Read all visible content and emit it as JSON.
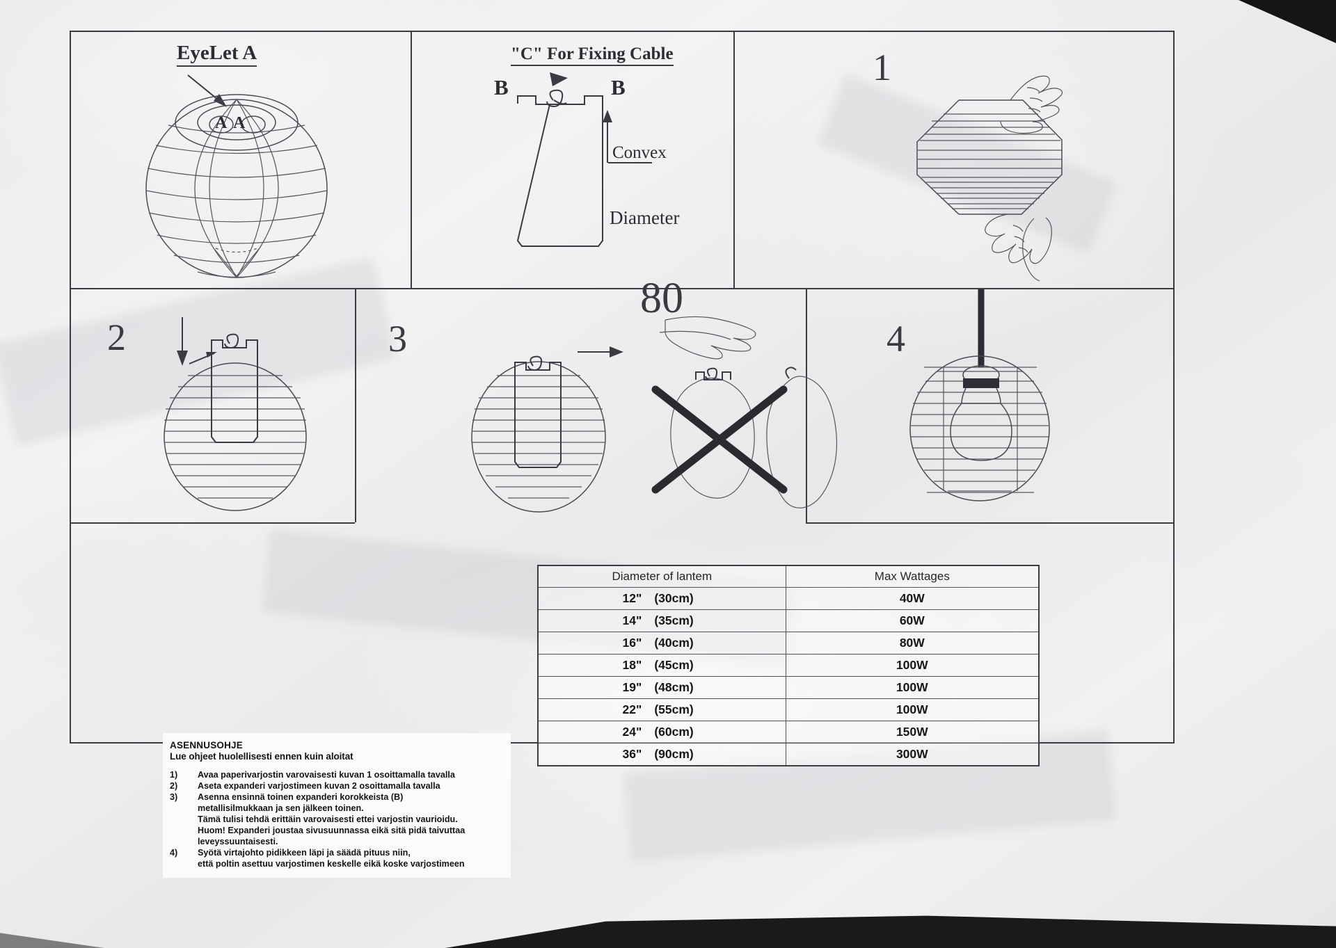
{
  "document": {
    "kind": "paper-lantern-installation-instruction-sheet"
  },
  "panels": {
    "eyelet": {
      "title": "EyeLet A",
      "marks": [
        "A",
        "A"
      ]
    },
    "fixing": {
      "title": "\"C\" For Fixing Cable",
      "left_mark": "B",
      "right_mark": "B",
      "convex_label": "Convex",
      "diameter_label": "Diameter"
    },
    "step1": {
      "number": "1"
    },
    "step2": {
      "number": "2"
    },
    "step3": {
      "number": "3",
      "size_label": "80"
    },
    "step4": {
      "number": "4"
    }
  },
  "instructions": {
    "heading": "ASENNUSOHJE",
    "subheading": "Lue ohjeet huolellisesti ennen kuin aloitat",
    "items": [
      {
        "n": "1)",
        "lines": [
          "Avaa paperivarjostin varovaisesti kuvan 1 osoittamalla tavalla"
        ]
      },
      {
        "n": "2)",
        "lines": [
          "Aseta expanderi varjostimeen kuvan 2 osoittamalla tavalla"
        ]
      },
      {
        "n": "3)",
        "lines": [
          "Asenna ensinnä toinen expanderi korokkeista (B)",
          "metallisilmukkaan ja sen jälkeen toinen.",
          "Tämä tulisi tehdä erittäin varovaisesti ettei varjostin vaurioidu.",
          "Huom! Expanderi joustaa sivusuunnassa eikä sitä pidä taivuttaa",
          "leveyssuuntaisesti."
        ]
      },
      {
        "n": "4)",
        "lines": [
          "Syötä virtajohto pidikkeen läpi ja säädä pituus niin,",
          "että poltin asettuu varjostimen keskelle eikä koske varjostimeen"
        ]
      }
    ]
  },
  "table": {
    "headers": [
      "Diameter of lantem",
      "Max Wattages"
    ],
    "rows": [
      {
        "inch": "12\"",
        "cm": "(30cm)",
        "watt": "40W"
      },
      {
        "inch": "14\"",
        "cm": "(35cm)",
        "watt": "60W"
      },
      {
        "inch": "16\"",
        "cm": "(40cm)",
        "watt": "80W"
      },
      {
        "inch": "18\"",
        "cm": "(45cm)",
        "watt": "100W"
      },
      {
        "inch": "19\"",
        "cm": "(48cm)",
        "watt": "100W"
      },
      {
        "inch": "22\"",
        "cm": "(55cm)",
        "watt": "100W"
      },
      {
        "inch": "24\"",
        "cm": "(60cm)",
        "watt": "150W"
      },
      {
        "inch": "36\"",
        "cm": "(90cm)",
        "watt": "300W"
      }
    ]
  },
  "colors": {
    "ink": "#3b3b44",
    "paper": "#ececed",
    "text": "#17171b"
  }
}
